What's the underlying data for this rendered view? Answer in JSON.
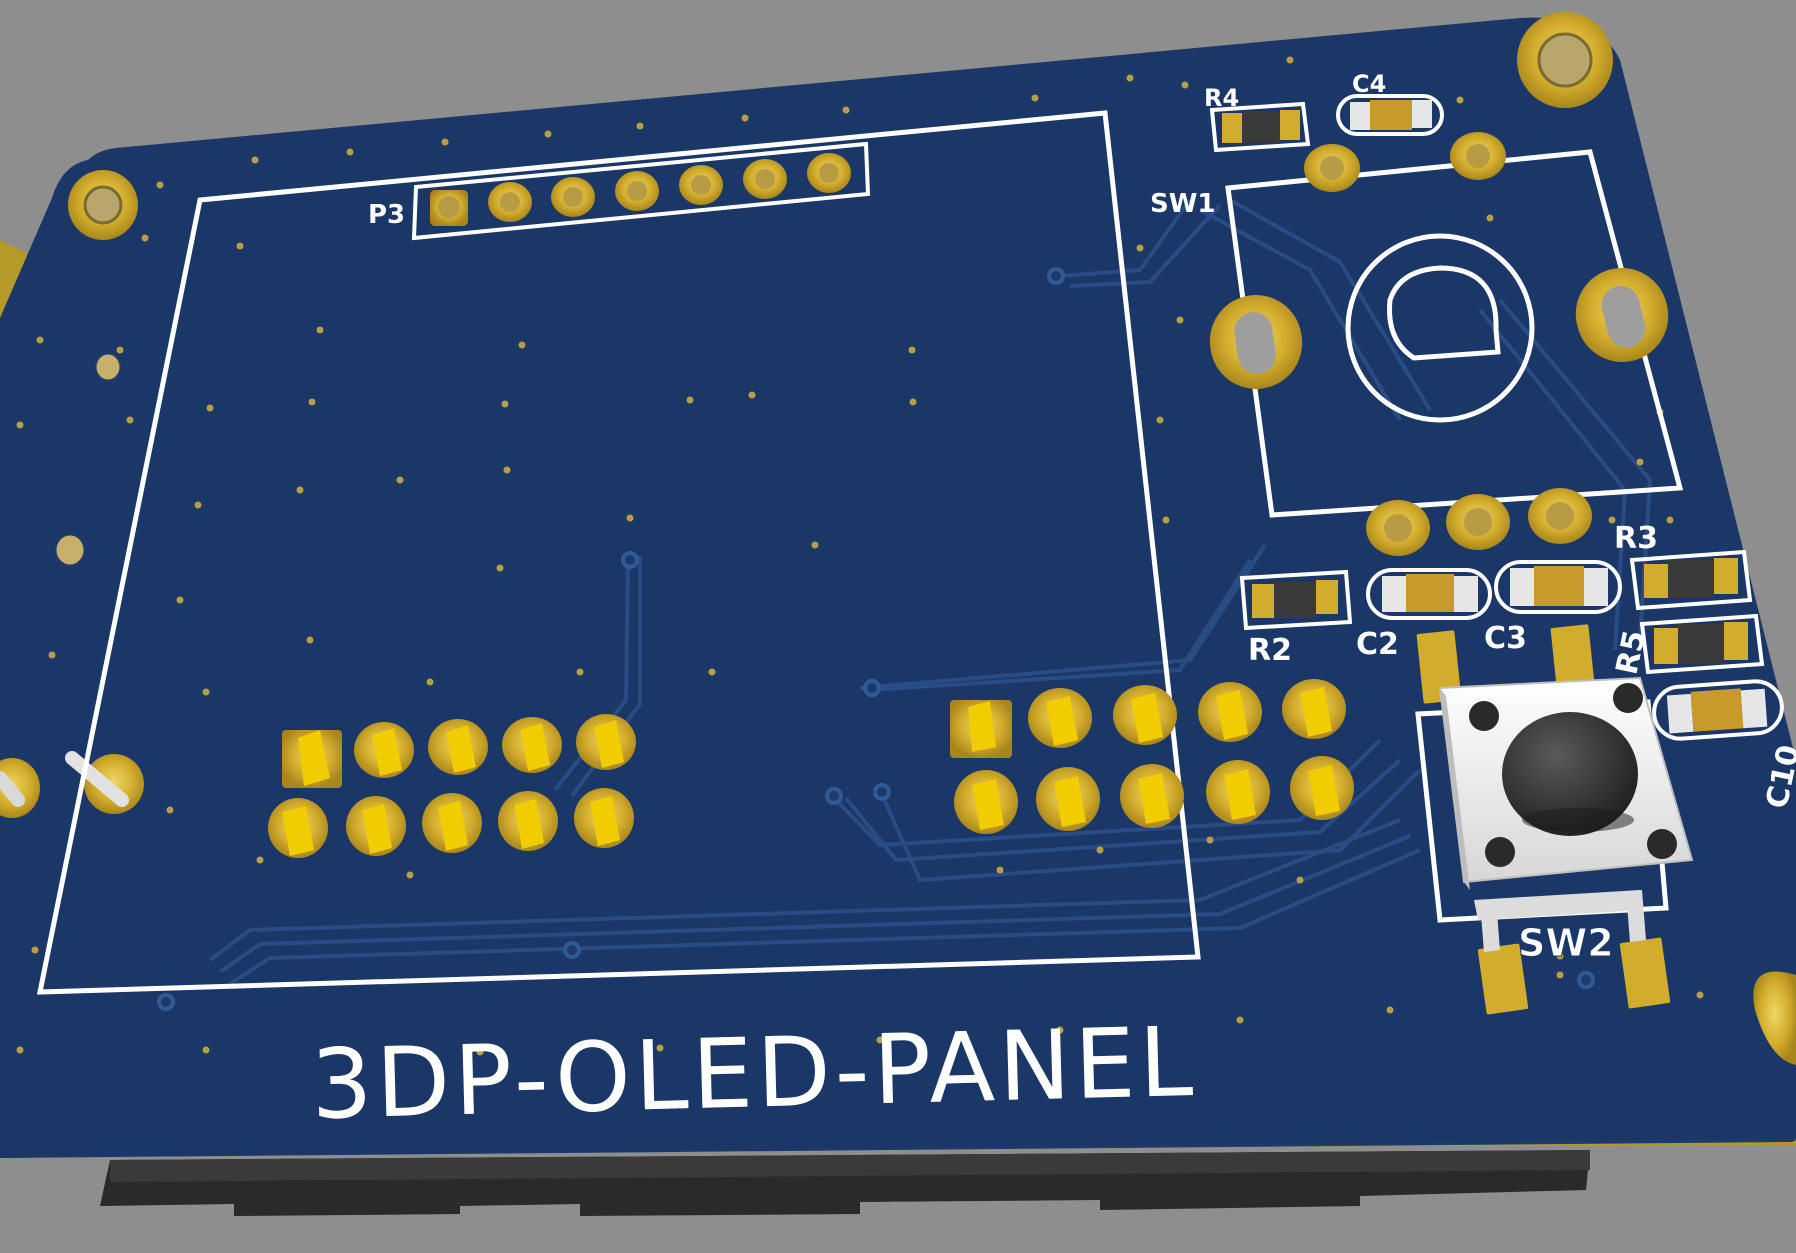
{
  "board": {
    "title": "3DP-OLED-PANEL",
    "colors": {
      "background": "#8e8e8e",
      "pcb": "#1d3a6b",
      "silkscreen": "#ffffff",
      "copper": "#c7a227",
      "pad": "#e2c000",
      "trace": "#274a80"
    }
  },
  "labels": {
    "p3": "P3",
    "r4": "R4",
    "c4": "C4",
    "sw1": "SW1",
    "r3": "R3",
    "r2": "R2",
    "c2": "C2",
    "c3": "C3",
    "r5": "R5",
    "c10": "C10",
    "sw2": "SW2"
  }
}
